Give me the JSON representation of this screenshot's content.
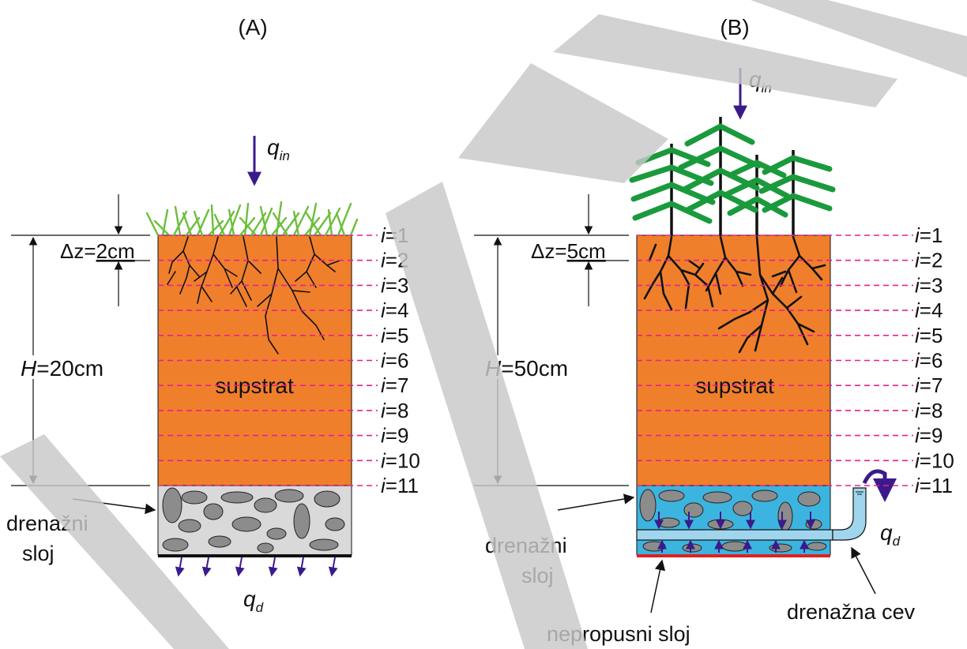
{
  "panels": {
    "a": {
      "tag": "(A)",
      "q_in": {
        "q": "q",
        "sub": "in"
      },
      "q_out": {
        "q": "q",
        "sub": "d"
      },
      "dz": {
        "prefix": "Δz=",
        "value": "2cm"
      },
      "height": {
        "var": "H",
        "rest": "=20cm"
      },
      "substrate": "supstrat",
      "drain_label": [
        "drenažni",
        "sloj"
      ],
      "layers": [
        "1",
        "2",
        "3",
        "4",
        "5",
        "6",
        "7",
        "8",
        "9",
        "10",
        "11"
      ]
    },
    "b": {
      "tag": "(B)",
      "q_in": {
        "q": "q",
        "sub": "in"
      },
      "q_out": {
        "q": "q",
        "sub": "d"
      },
      "dz": {
        "prefix": "Δz=",
        "value": "5cm"
      },
      "height": {
        "var": "H",
        "rest": "=50cm"
      },
      "substrate": "supstrat",
      "drain_label": [
        "drenažni",
        "sloj"
      ],
      "pipe_label": "drenažna cev",
      "barrier_label": "nepropusni sloj",
      "layers": [
        "1",
        "2",
        "3",
        "4",
        "5",
        "6",
        "7",
        "8",
        "9",
        "10",
        "11"
      ]
    }
  },
  "layer_var": "i",
  "colors": {
    "substrate": "#f07f2c",
    "drainage_fill": "#d9d9d9",
    "drainage_water": "#3cb4e0",
    "stone": "#8c8c8c",
    "grass": "#6cbf3c",
    "plant": "#1a9a3c",
    "arrow": "#3b1a8c",
    "layer_line": "#e8208c",
    "barrier": "#e02020",
    "watermark": "#c8c8c8"
  }
}
